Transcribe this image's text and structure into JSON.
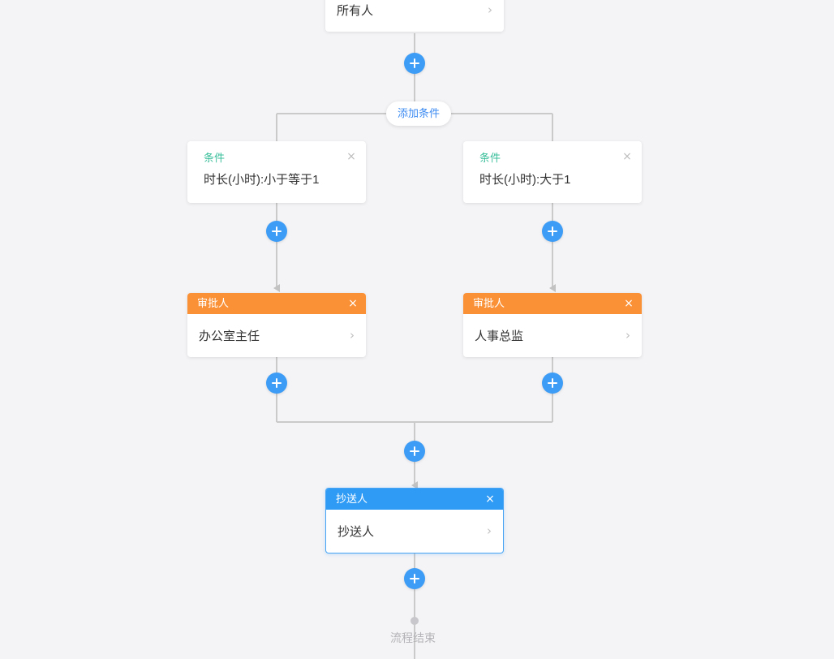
{
  "canvas": {
    "background": "#f4f4f6",
    "accent_blue": "#3d9cf5",
    "approver_orange": "#fa9137",
    "cc_blue": "#2f9bf5",
    "condition_green": "#3abf9a",
    "line_color": "#cacaca"
  },
  "nodes": {
    "initiator": {
      "value": "所有人",
      "chevron": "chevron-right-icon"
    },
    "conditions": [
      {
        "label": "条件",
        "value": "时长(小时):小于等于1",
        "close": "×"
      },
      {
        "label": "条件",
        "value": "时长(小时):大于1",
        "close": "×"
      }
    ],
    "approvers": [
      {
        "header": "审批人",
        "value": "办公室主任",
        "close": "×",
        "chevron": "chevron-right-icon"
      },
      {
        "header": "审批人",
        "value": "人事总监",
        "close": "×",
        "chevron": "chevron-right-icon"
      }
    ],
    "cc": {
      "header": "抄送人",
      "value": "抄送人",
      "close": "×",
      "chevron": "chevron-right-icon",
      "selected": true
    }
  },
  "controls": {
    "add_condition_label": "添加条件",
    "add_node_label": "+"
  },
  "flow_end": {
    "label": "流程结束"
  }
}
